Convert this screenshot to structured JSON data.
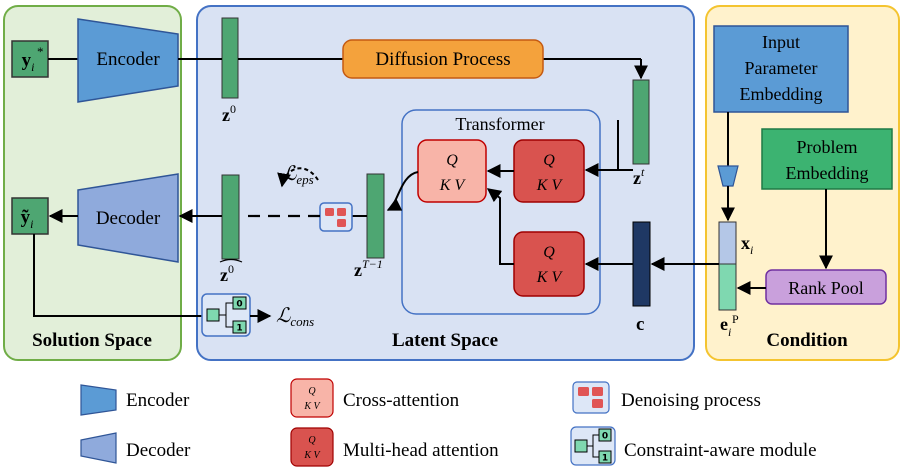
{
  "panels": {
    "solution": "Solution Space",
    "latent": "Latent Space",
    "condition": "Condition"
  },
  "blocks": {
    "encoder": "Encoder",
    "decoder": "Decoder",
    "diffusion": "Diffusion Process",
    "transformer": "Transformer",
    "input_param": [
      "Input",
      "Parameter",
      "Embedding"
    ],
    "problem": [
      "Problem",
      "Embedding"
    ],
    "rank_pool": "Rank Pool"
  },
  "symbols": {
    "y_star": "y",
    "y_star_sub": "i",
    "y_star_sup": "*",
    "y_hat": "ỹ",
    "y_hat_sub": "i",
    "z0": "z",
    "z0_sup": "0",
    "z0_hat": "z",
    "z0_hat_sup": "0",
    "zt": "z",
    "zt_sup": "t",
    "zT1": "z",
    "zT1_sup": "T−1",
    "c": "c",
    "xi": "x",
    "xi_sub": "i",
    "ei": "e",
    "ei_sub": "i",
    "ei_sup": "P",
    "L_eps": "ℒ",
    "L_eps_sub": "eps",
    "L_cons": "ℒ",
    "L_cons_sub": "cons",
    "q": "Q",
    "kv": "K V"
  },
  "legend": {
    "encoder": "Encoder",
    "decoder": "Decoder",
    "cross_attention": "Cross-attention",
    "multi_head": "Multi-head attention",
    "denoising": "Denoising process",
    "constraint": "Constraint-aware module"
  },
  "colors": {
    "solution_bg": "#e2efd9",
    "solution_border": "#70ad47",
    "latent_bg": "#d9e2f3",
    "latent_border": "#4472c4",
    "condition_bg": "#fff2cc",
    "condition_border": "#f4c430",
    "green_vec": "#4ea672",
    "dark_vec": "#1f3864",
    "encoder": "#5b9bd5",
    "decoder": "#8faadc",
    "diffusion": "#f4a23c",
    "cross_attn": "#f8b4a8",
    "mha": "#d9534f",
    "problem": "#3cb371",
    "rank_pool": "#c9a0dc"
  }
}
